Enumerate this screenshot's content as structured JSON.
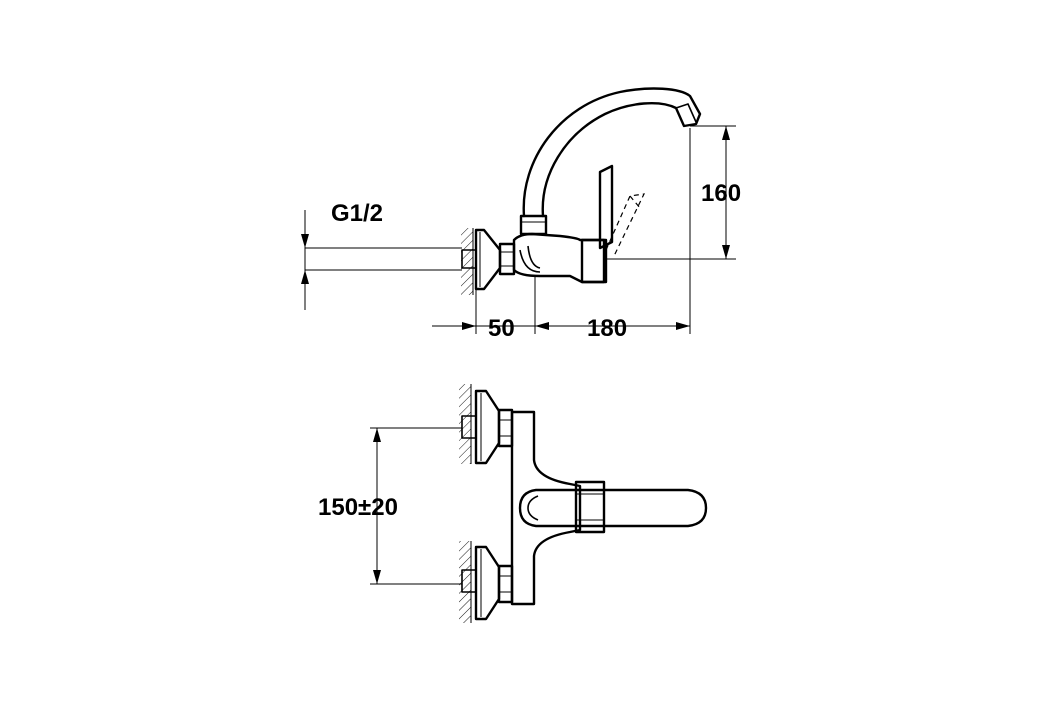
{
  "dimensions": {
    "thread": "G1/2",
    "wall_offset": "50",
    "spout_reach": "180",
    "spout_height": "160",
    "center_distance": "150±20"
  },
  "colors": {
    "line": "#000000",
    "background": "#ffffff"
  }
}
